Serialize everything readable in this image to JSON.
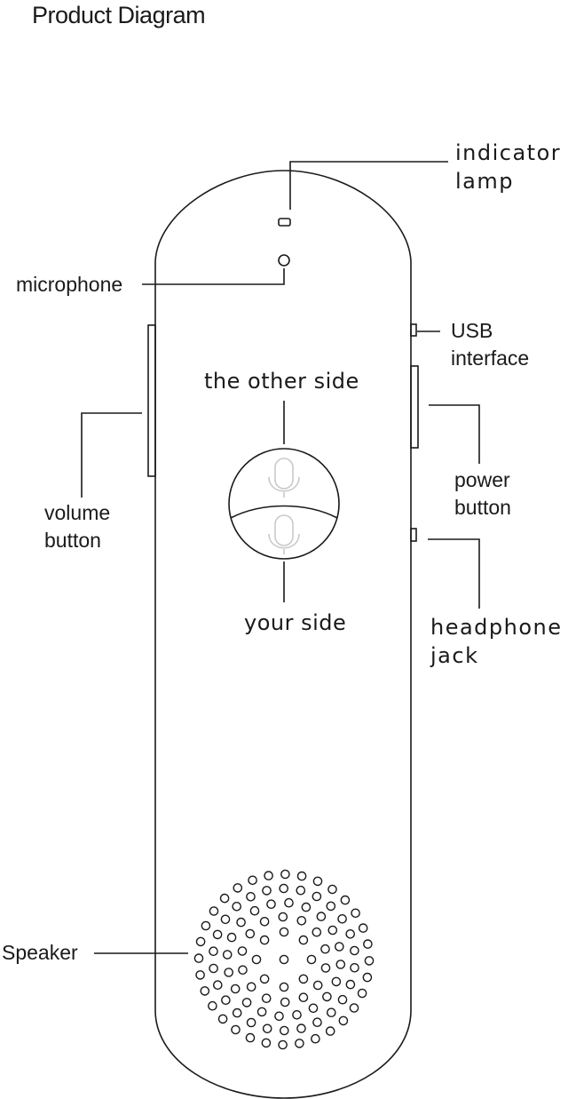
{
  "title": "Product Diagram",
  "labels": {
    "indicator_lamp": [
      "indicator",
      "lamp"
    ],
    "microphone": "microphone",
    "usb_interface": [
      "USB",
      "interface"
    ],
    "the_other_side": "the other side",
    "volume_button": [
      "volume",
      "button"
    ],
    "power_button": [
      "power",
      "button"
    ],
    "your_side": "your side",
    "headphone_jack": [
      "headphone",
      "jack"
    ],
    "speaker": "Speaker"
  },
  "colors": {
    "line": "#1a1a1a",
    "mic_icon": "#c9c9c9",
    "background": "#ffffff"
  }
}
